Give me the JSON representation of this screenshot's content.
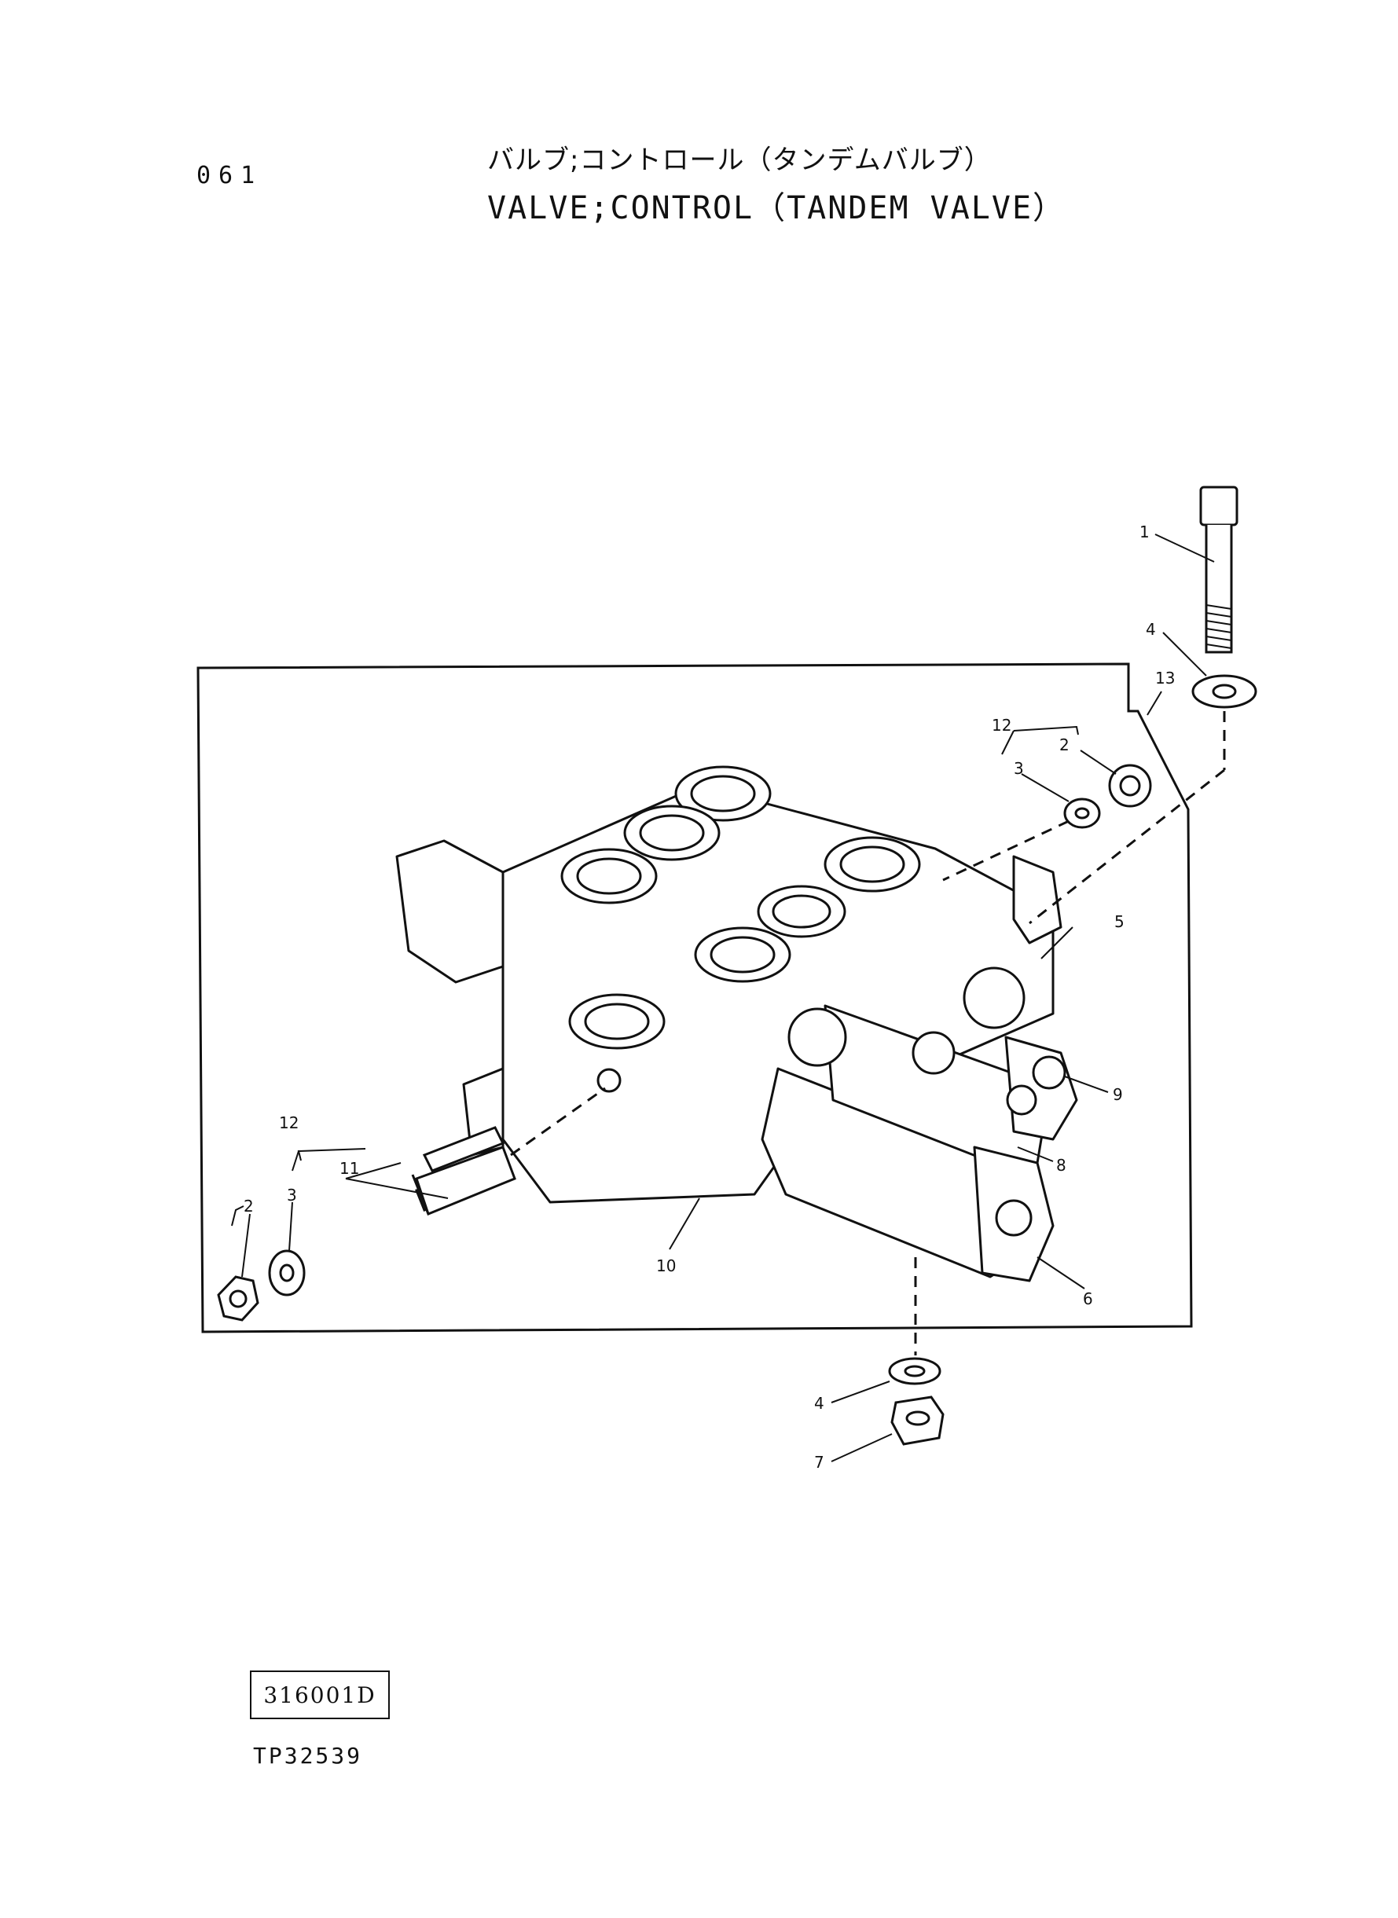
{
  "header": {
    "page_number": "061",
    "title_jp": "バルブ;コントロール（タンデムバルブ）",
    "title_en": "VALVE;CONTROL（TANDEM VALVE）"
  },
  "callouts": {
    "c1": "1",
    "c4_top": "4",
    "c13": "13",
    "c12_right": "12",
    "c2_right": "2",
    "c3_right": "3",
    "c5": "5",
    "c9": "9",
    "c8": "8",
    "c6": "6",
    "c10": "10",
    "c12_left": "12",
    "c11": "11",
    "c3_left": "3",
    "c2_left": "2",
    "c4_bottom": "4",
    "c7": "7"
  },
  "footer": {
    "drawing_code": "316001D",
    "reference_code": "TP32539"
  }
}
